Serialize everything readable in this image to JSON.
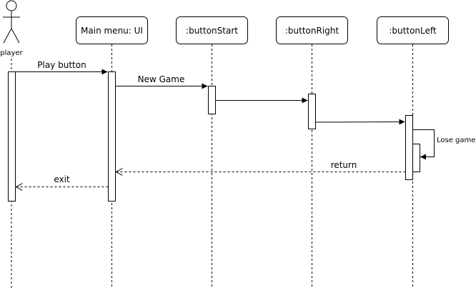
{
  "actor": {
    "label": "player"
  },
  "lifelines": [
    {
      "key": "mainmenu",
      "label": "Main menu: UI"
    },
    {
      "key": "buttonstart",
      "label": ":buttonStart"
    },
    {
      "key": "buttonright",
      "label": ":buttonRight"
    },
    {
      "key": "buttonleft",
      "label": ":buttonLeft"
    }
  ],
  "messages": {
    "play": "Play button",
    "new_game": "New Game",
    "lose_game": "Lose game",
    "return": "return",
    "exit": "exit"
  }
}
